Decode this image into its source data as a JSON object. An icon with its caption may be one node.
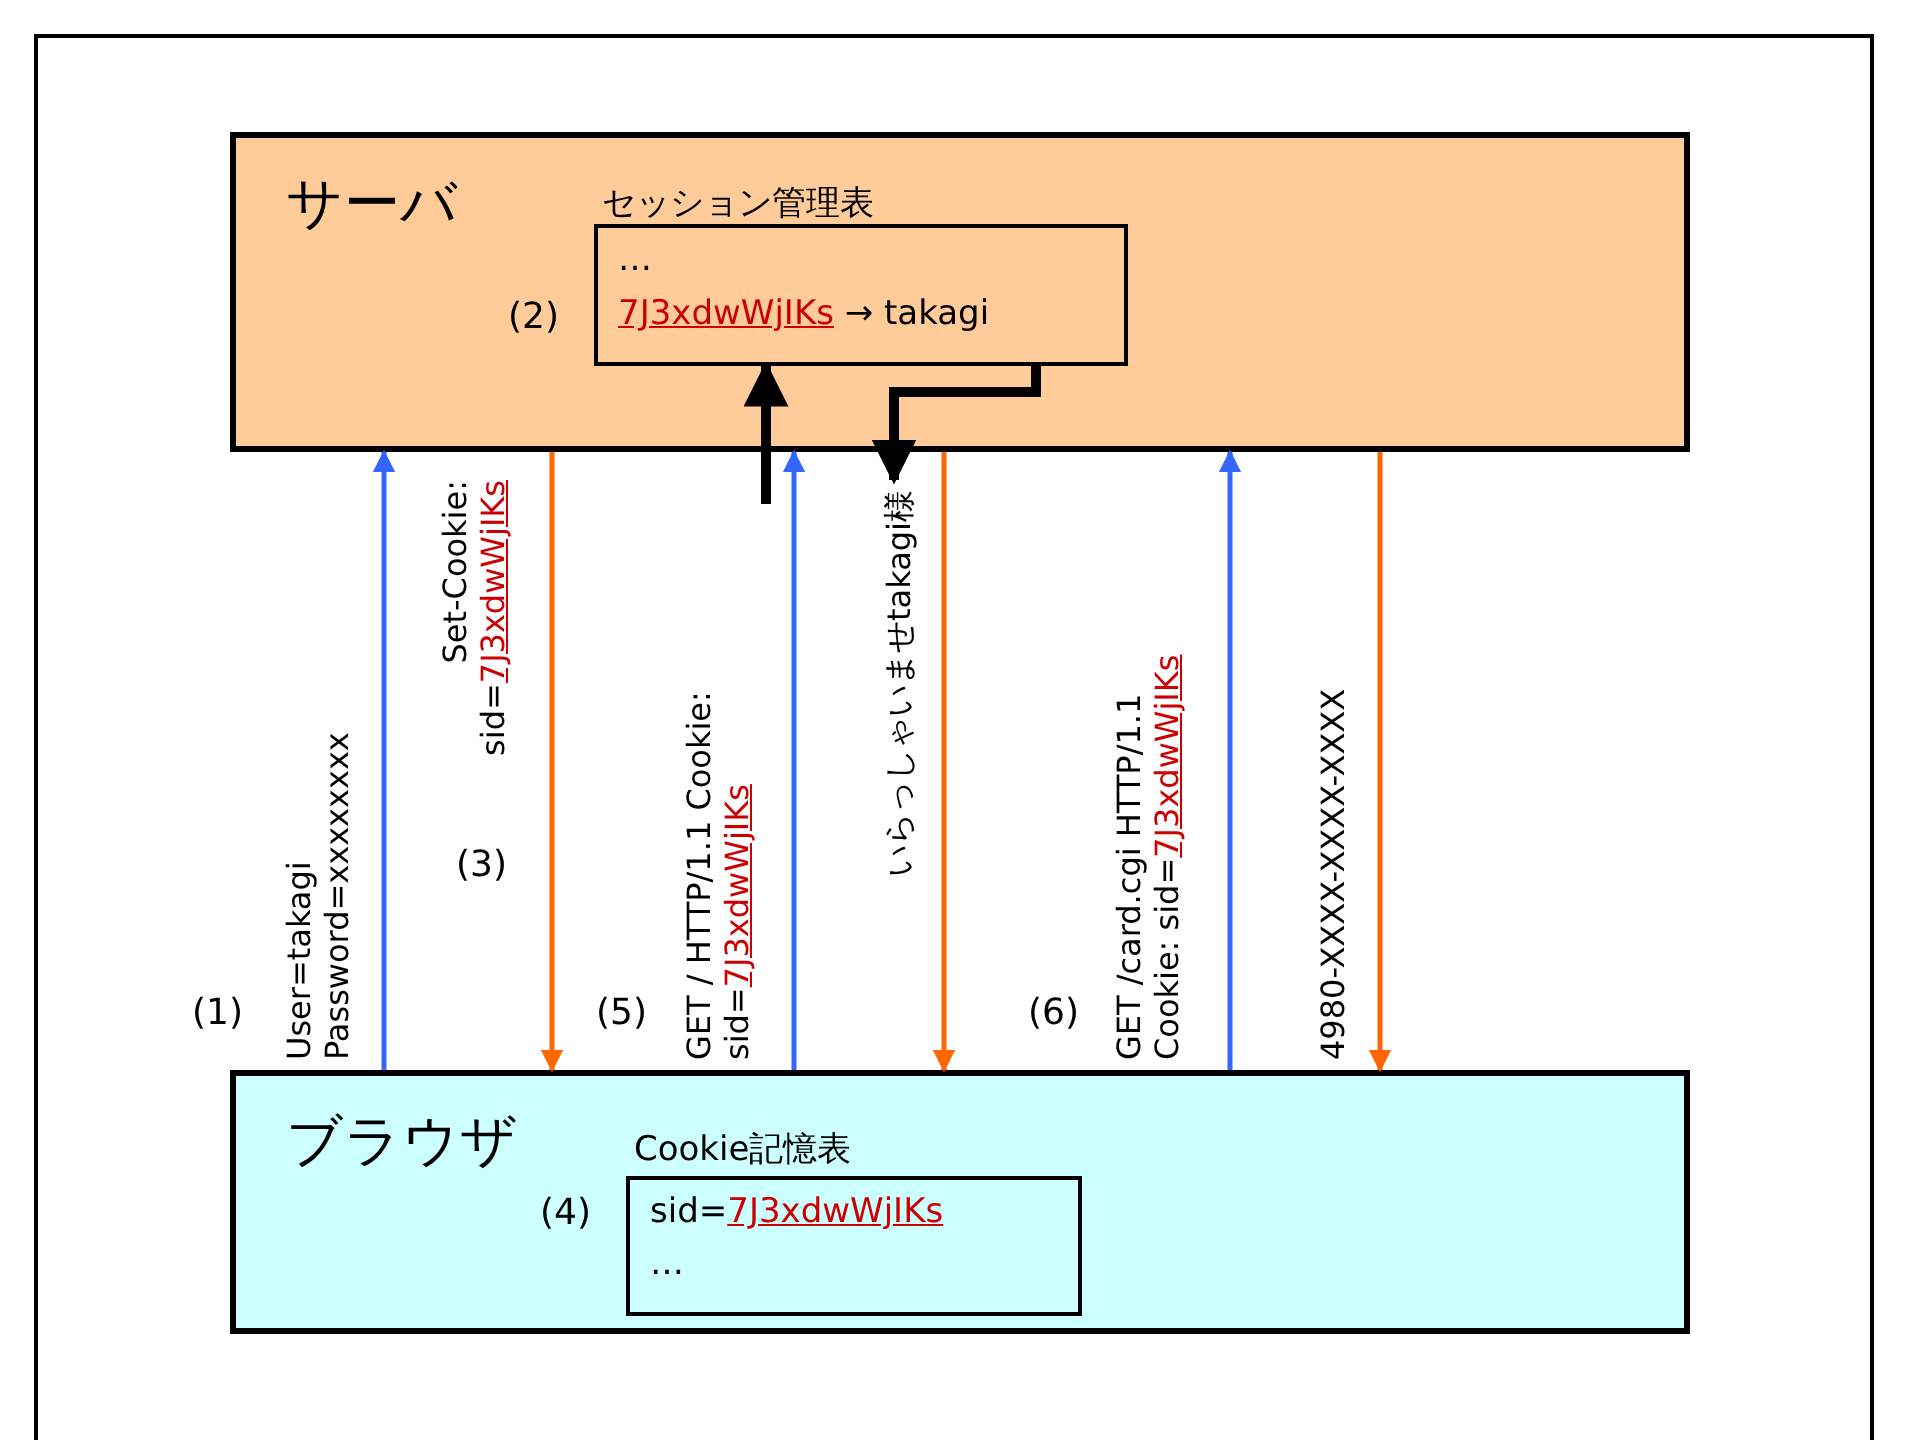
{
  "diagram": {
    "nodes": [
      {
        "text": [
          "サーバ"
        ]
      },
      {
        "text": [
          "セッション管理表",
          "…",
          "*7J3xdwWjIKs* → takagi"
        ],
        "in": 0,
        "beside": [
          "(2)"
        ]
      },
      {
        "text": [
          "ブラウザ"
        ]
      },
      {
        "text": [
          "Cookie記憶表",
          "sid=*7J3xdwWjIKs*",
          "…"
        ],
        "in": 2,
        "beside": [
          "(4)"
        ]
      }
    ],
    "edges": [
      {
        "from": 2,
        "to": 0,
        "arrow": "to",
        "label": "User=takagi Password=xxxxxxxx",
        "color": "#3366ff"
      },
      {
        "from": 0,
        "to": 2,
        "arrow": "to",
        "label": "Set-Cookie: sid=*7J3xdwWjIKs*",
        "color": "#ff6600"
      },
      {
        "from": null,
        "to": 1,
        "arrow": "to",
        "style": "thick",
        "color": "#000000"
      },
      {
        "from": 2,
        "to": 0,
        "arrow": "to",
        "label": "GET / HTTP/1.1 Cookie: sid=*7J3xdwWjIKs*",
        "color": "#3366ff"
      },
      {
        "from": 1,
        "to": null,
        "arrow": "to",
        "style": "thick",
        "color": "#000000"
      },
      {
        "from": 0,
        "to": 2,
        "arrow": "to",
        "label": "いらっしゃいませtakagi様",
        "color": "#ff6600"
      },
      {
        "from": 2,
        "to": 0,
        "arrow": "to",
        "label": "GET /card.cgi HTTP/1.1 Cookie: sid=*7J3xdwWjIKs*",
        "color": "#3366ff"
      },
      {
        "from": 0,
        "to": 2,
        "arrow": "to",
        "label": "4980-XXXX-XXXX-XXXX",
        "color": "#ff6600"
      }
    ],
    "labels": [
      "(1)",
      "(3)",
      "(5)",
      "(6)"
    ]
  }
}
